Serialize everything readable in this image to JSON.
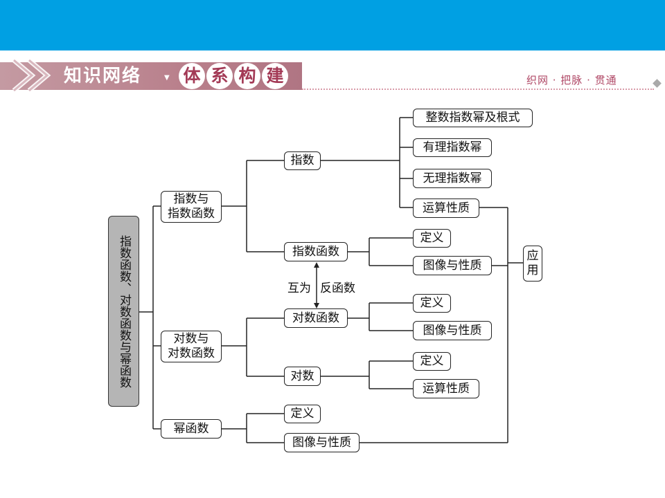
{
  "header": {
    "section_title": "知识网络",
    "dot": "▼",
    "subtitle_chars": [
      "体",
      "系",
      "构",
      "建"
    ],
    "tagline": "织网 · 把脉 · 贯通"
  },
  "diagram": {
    "root": "指数函数、对数函数与幂函数",
    "level1": {
      "exp_group": "指数与\n指数函数",
      "log_group": "对数与\n对数函数",
      "power": "幂函数"
    },
    "exp": {
      "exponent": "指数",
      "exponent_items": [
        "整数指数幂及根式",
        "有理指数幂",
        "无理指数幂",
        "运算性质"
      ],
      "exp_function": "指数函数",
      "exp_function_items": [
        "定义",
        "图像与性质"
      ]
    },
    "inverse_label_left": "互为",
    "inverse_label_right": "反函数",
    "log": {
      "log_function": "对数函数",
      "log_function_items": [
        "定义",
        "图像与性质"
      ],
      "logarithm": "对数",
      "logarithm_items": [
        "定义",
        "运算性质"
      ]
    },
    "power_items": [
      "定义",
      "图像与性质"
    ],
    "application": "应\n用"
  },
  "colors": {
    "topbar": "#00a0e3",
    "banner_strip": "#b9808c",
    "banner_accent": "#a33a56",
    "root_fill": "#b5b5b5"
  }
}
